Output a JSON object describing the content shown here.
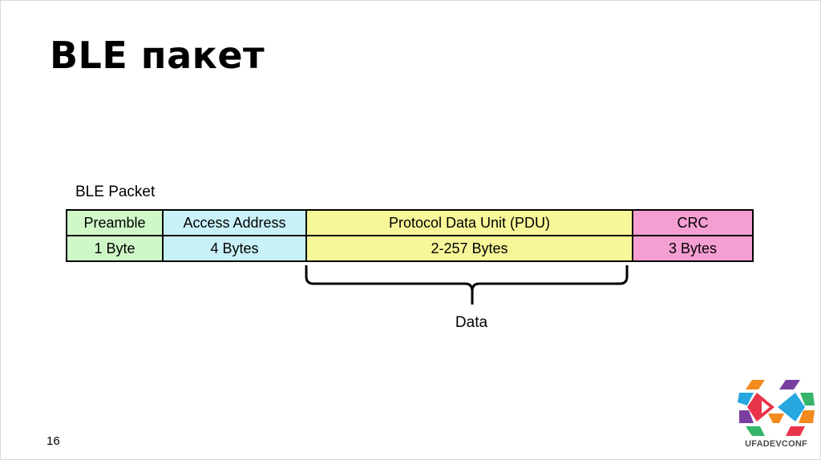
{
  "slide": {
    "title": "BLE пакет",
    "page_number": "16"
  },
  "diagram": {
    "caption": "BLE Packet",
    "fields": [
      {
        "name": "Preamble",
        "size": "1 Byte",
        "color": "#cff7c8"
      },
      {
        "name": "Access Address",
        "size": "4 Bytes",
        "color": "#c9f1f8"
      },
      {
        "name": "Protocol Data Unit (PDU)",
        "size": "2-257 Bytes",
        "color": "#f7f79a"
      },
      {
        "name": "CRC",
        "size": "3 Bytes",
        "color": "#f49ed1"
      }
    ],
    "brace_label": "Data"
  },
  "logo": {
    "text": "UFADEVCONF",
    "colors": [
      "#e8344a",
      "#f28a1e",
      "#27a7e0",
      "#34b56b",
      "#7b3fa0"
    ]
  }
}
